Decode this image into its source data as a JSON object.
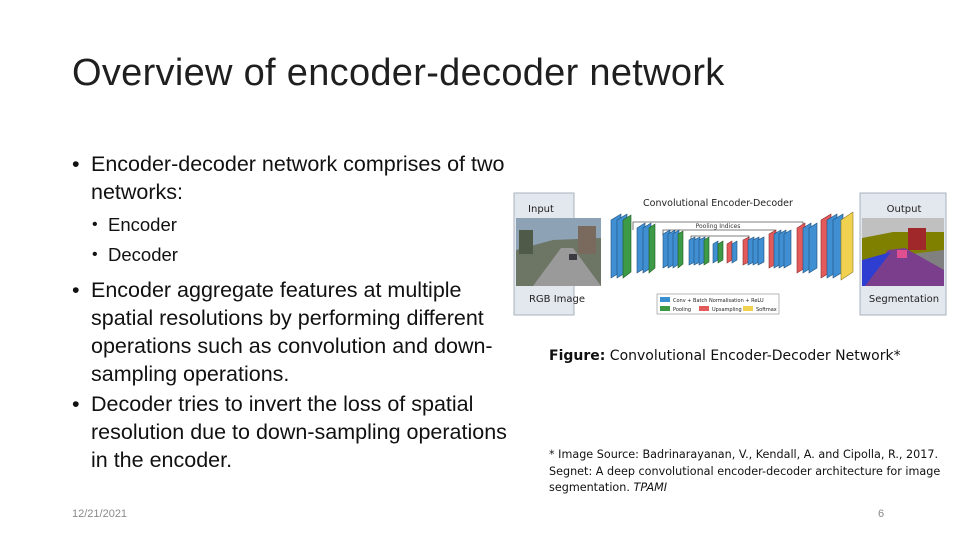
{
  "slide": {
    "title": "Overview of encoder-decoder network",
    "bullets": [
      {
        "level": 1,
        "text": "Encoder-decoder network comprises of two networks:"
      },
      {
        "level": 2,
        "text": "Encoder"
      },
      {
        "level": 2,
        "text": "Decoder"
      },
      {
        "level": 1,
        "text": "Encoder aggregate features at multiple spatial resolutions by performing different operations such as convolution and down-sampling operations."
      },
      {
        "level": 1,
        "text": "Decoder tries to invert the loss of spatial resolution due to down-sampling operations in the encoder."
      }
    ],
    "figure": {
      "input_label": "Input",
      "rgb_label": "RGB Image",
      "network_label": "Convolutional Encoder-Decoder",
      "pooling_indices_label": "Pooling Indices",
      "output_label": "Output",
      "segmentation_label": "Segmentation",
      "legend": [
        {
          "label": "Conv + Batch Normalisation + ReLU",
          "color": "#3a8fd0"
        },
        {
          "label": "Pooling",
          "color": "#3c9a45"
        },
        {
          "label": "Upsampling",
          "color": "#e35a5a"
        },
        {
          "label": "Softmax",
          "color": "#f0d250"
        }
      ]
    },
    "caption": {
      "prefix": "Figure:",
      "text": " Convolutional Encoder-Decoder Network*"
    },
    "source": {
      "text": "* Image Source: Badrinarayanan, V., Kendall, A. and Cipolla, R., 2017. Segnet: A deep convolutional encoder-decoder architecture for image segmentation. ",
      "venue": "TPAMI"
    },
    "footer": {
      "date": "12/21/2021",
      "page": "6"
    }
  }
}
